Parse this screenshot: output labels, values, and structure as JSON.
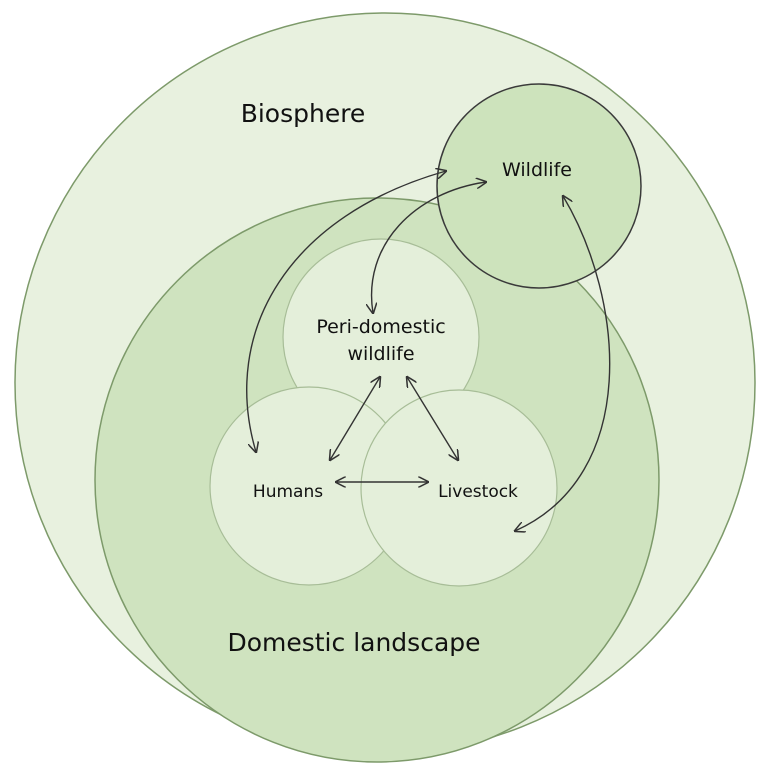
{
  "labels": {
    "biosphere": "Biosphere",
    "domestic_landscape": "Domestic landscape",
    "wildlife": "Wildlife",
    "peri_domestic_line1": "Peri-domestic",
    "peri_domestic_line2": "wildlife",
    "humans": "Humans",
    "livestock": "Livestock"
  },
  "colors": {
    "biosphere_fill": "#e8f1df",
    "domestic_fill": "#cfe3bf",
    "wildlife_fill": "#cde3bc",
    "inner_circle_fill": "#e9f2e0",
    "circle_stroke": "#7d9a6a",
    "wildlife_stroke": "#3a3a3a",
    "arrow": "#333333"
  }
}
